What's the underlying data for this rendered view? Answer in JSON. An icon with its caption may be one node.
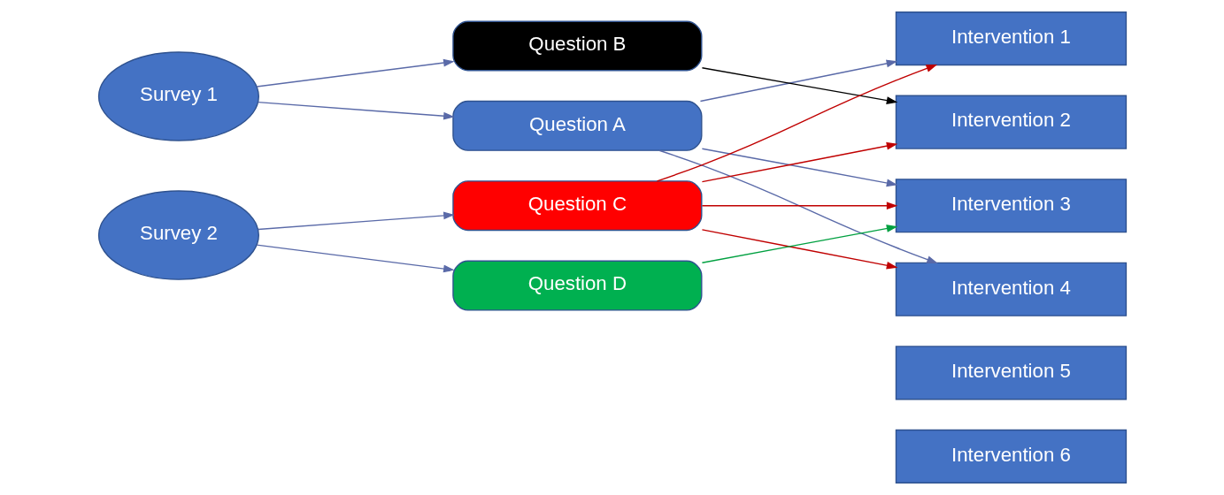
{
  "diagram": {
    "nodes": [
      {
        "text": [
          "Survey 1"
        ]
      },
      {
        "text": [
          "Survey 2"
        ]
      },
      {
        "text": [
          "Question A"
        ]
      },
      {
        "text": [
          "Question B"
        ]
      },
      {
        "text": [
          "Question C"
        ]
      },
      {
        "text": [
          "Question D"
        ]
      },
      {
        "text": [
          "Intervention 1"
        ]
      },
      {
        "text": [
          "Intervention 2"
        ]
      },
      {
        "text": [
          "Intervention 3"
        ]
      },
      {
        "text": [
          "Intervention 4"
        ]
      },
      {
        "text": [
          "Intervention 5"
        ]
      },
      {
        "text": [
          "Intervention 6"
        ]
      }
    ],
    "edges": [
      {
        "from": 0,
        "to": 2,
        "arrow": "to"
      },
      {
        "from": 0,
        "to": 3,
        "arrow": "to"
      },
      {
        "from": 1,
        "to": 4,
        "arrow": "to"
      },
      {
        "from": 1,
        "to": 5,
        "arrow": "to"
      },
      {
        "from": 2,
        "to": 6,
        "arrow": "to"
      },
      {
        "from": 2,
        "to": 8,
        "arrow": "to"
      },
      {
        "from": 2,
        "to": 9,
        "arrow": "to"
      },
      {
        "from": 3,
        "to": 7,
        "arrow": "to",
        "color": "#000000"
      },
      {
        "from": 4,
        "to": 6,
        "arrow": "to",
        "color": "#c00000"
      },
      {
        "from": 4,
        "to": 7,
        "arrow": "to",
        "color": "#c00000"
      },
      {
        "from": 4,
        "to": 8,
        "arrow": "to",
        "color": "#c00000"
      },
      {
        "from": 4,
        "to": 9,
        "arrow": "to",
        "color": "#c00000"
      },
      {
        "from": 5,
        "to": 8,
        "arrow": "to",
        "color": "#00a040"
      }
    ]
  }
}
